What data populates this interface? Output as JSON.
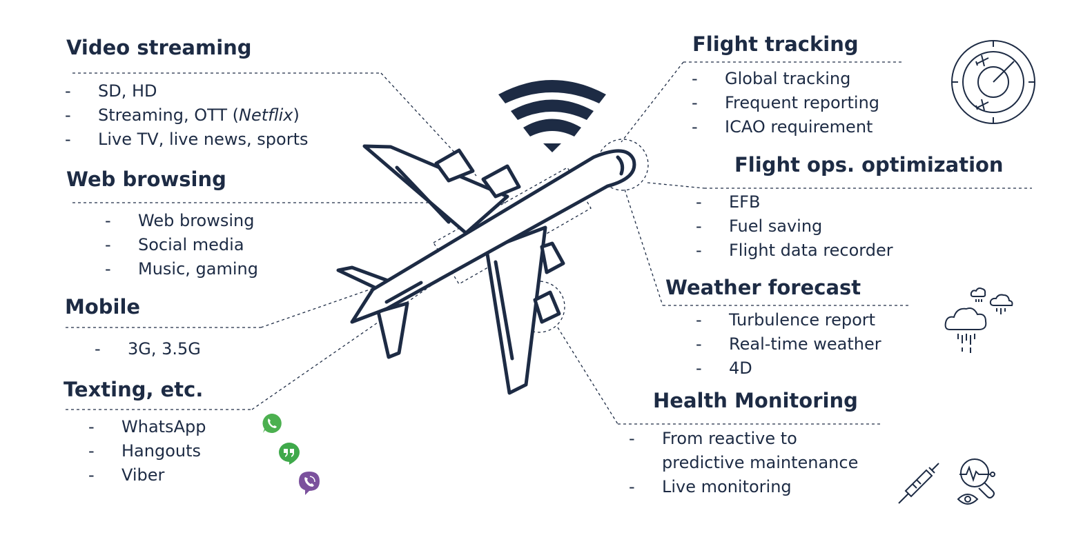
{
  "sections": {
    "video": {
      "title": "Video streaming",
      "items": [
        "SD, HD",
        "Streaming, OTT (",
        "Netflix",
        ")",
        "Live TV, live news, sports"
      ]
    },
    "web": {
      "title": "Web browsing",
      "items": [
        "Web browsing",
        "Social media",
        "Music, gaming"
      ]
    },
    "mobile": {
      "title": "Mobile",
      "items": [
        "3G, 3.5G"
      ]
    },
    "texting": {
      "title": "Texting, etc.",
      "items": [
        "WhatsApp",
        "Hangouts",
        "Viber"
      ]
    },
    "tracking": {
      "title": "Flight tracking",
      "items": [
        "Global tracking",
        "Frequent reporting",
        "ICAO requirement"
      ]
    },
    "ops": {
      "title": "Flight ops. optimization",
      "items": [
        "EFB",
        "Fuel saving",
        "Flight data recorder"
      ]
    },
    "weather": {
      "title": "Weather forecast",
      "items": [
        "Turbulence report",
        "Real-time weather",
        "4D"
      ]
    },
    "health": {
      "title": "Health Monitoring",
      "items": [
        "From reactive to predictive maintenance",
        "Live monitoring"
      ]
    }
  },
  "icons": [
    "airplane-icon",
    "wifi-icon",
    "radar-icon",
    "cloud-rain-icon",
    "whatsapp-icon",
    "hangouts-icon",
    "viber-icon",
    "syringe-icon",
    "health-scan-icon"
  ],
  "colors": {
    "navy": "#1d2b44",
    "whatsapp": "#4cb050",
    "hangouts": "#3fa94b",
    "viber": "#7b519d"
  }
}
